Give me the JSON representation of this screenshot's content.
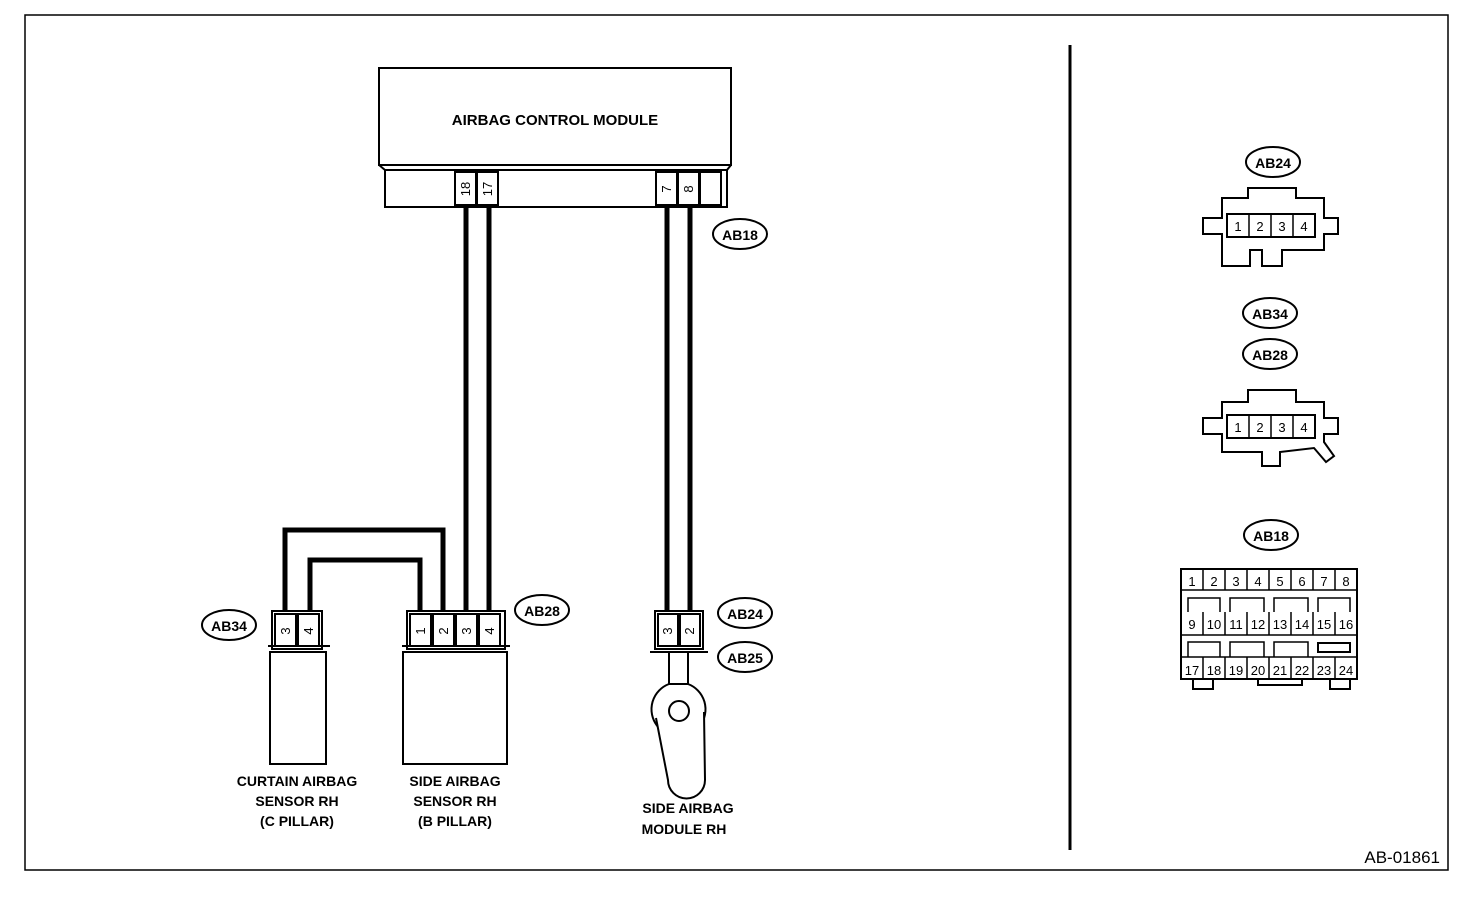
{
  "diagram": {
    "code": "AB-01861",
    "control_module": {
      "title": "AIRBAG CONTROL MODULE",
      "connector": "AB18",
      "pins": [
        "18",
        "17",
        "7",
        "8"
      ]
    },
    "curtain_sensor": {
      "connector": "AB34",
      "pins": [
        "3",
        "4"
      ],
      "label_lines": [
        "CURTAIN AIRBAG",
        "SENSOR RH",
        "(C PILLAR)"
      ]
    },
    "side_sensor": {
      "connector": "AB28",
      "pins": [
        "1",
        "2",
        "3",
        "4"
      ],
      "label_lines": [
        "SIDE AIRBAG",
        "SENSOR RH",
        "(B PILLAR)"
      ]
    },
    "side_module": {
      "connectors": [
        "AB24",
        "AB25"
      ],
      "pins": [
        "3",
        "2"
      ],
      "label_lines": [
        "SIDE AIRBAG",
        "MODULE RH"
      ]
    },
    "connector_views": {
      "ab24": {
        "tag": "AB24",
        "pins": [
          "1",
          "2",
          "3",
          "4"
        ]
      },
      "ab34_ab28": {
        "tags": [
          "AB34",
          "AB28"
        ],
        "pins": [
          "1",
          "2",
          "3",
          "4"
        ]
      },
      "ab18": {
        "tag": "AB18",
        "pins": [
          "1",
          "2",
          "3",
          "4",
          "5",
          "6",
          "7",
          "8",
          "9",
          "10",
          "11",
          "12",
          "13",
          "14",
          "15",
          "16",
          "17",
          "18",
          "19",
          "20",
          "21",
          "22",
          "23",
          "24"
        ]
      }
    }
  }
}
